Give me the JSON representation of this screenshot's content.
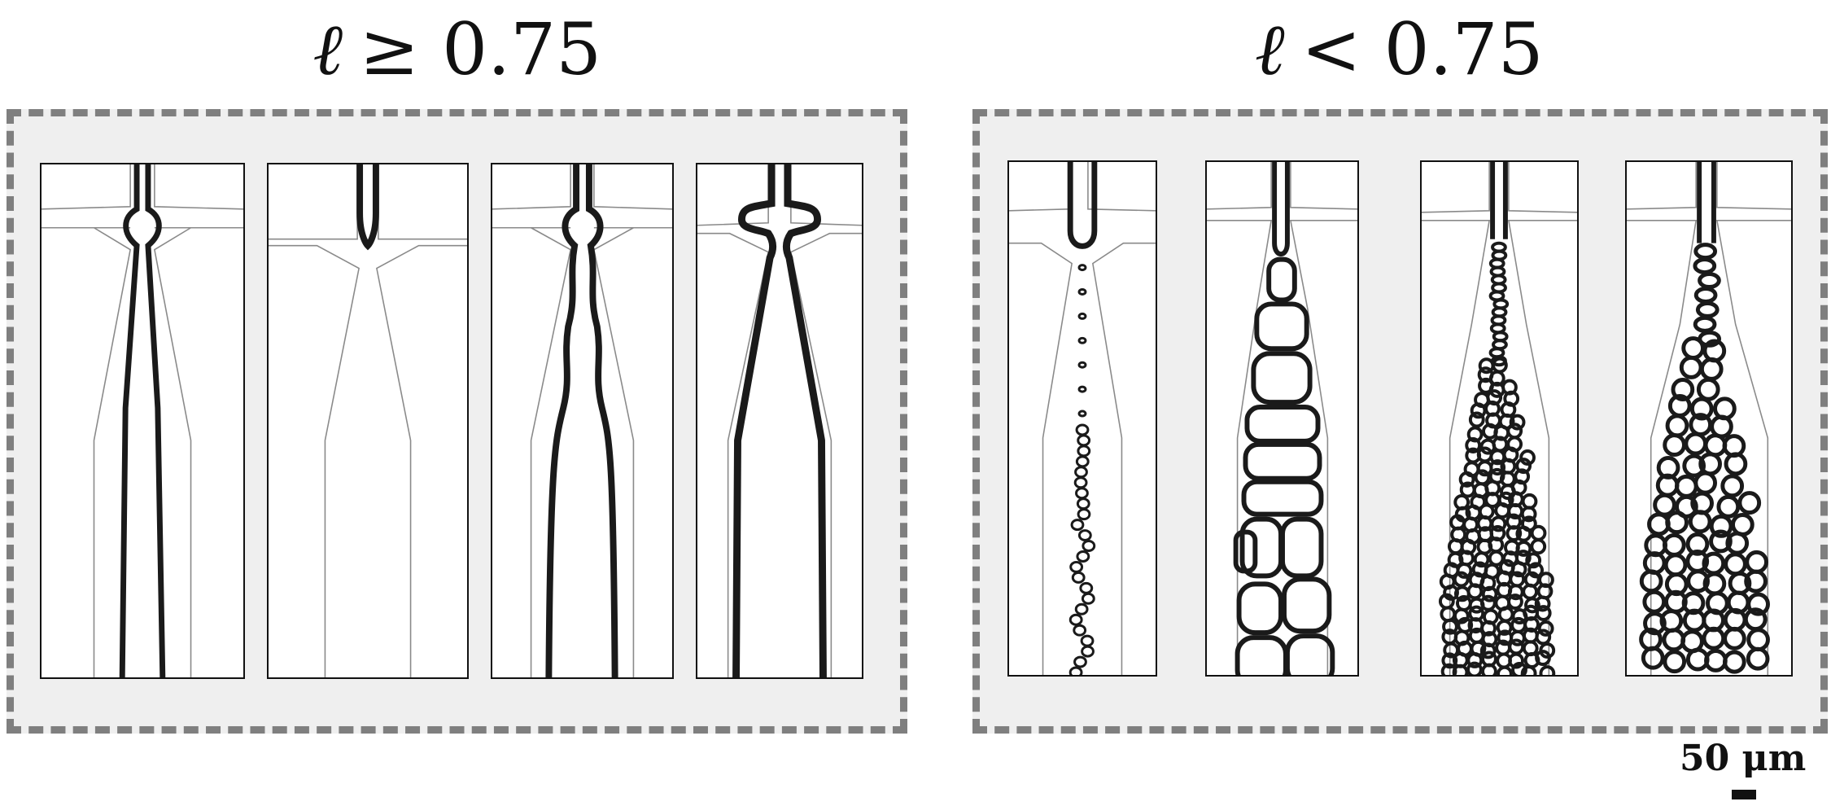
{
  "headings": {
    "left": {
      "symbol": "ℓ",
      "relation": "≥ 0.75"
    },
    "right": {
      "symbol": "ℓ",
      "relation": "< 0.75"
    }
  },
  "scale_bar": {
    "label": "50 μm"
  },
  "panels": {
    "left": {
      "frames": [
        "stable-jet",
        "retracted-thread",
        "wavy-jet",
        "wide-jet"
      ]
    },
    "right": {
      "frames": [
        "dripping-small-drops",
        "large-polydisperse-bubbles",
        "dense-small-bubbles",
        "packed-medium-bubbles"
      ]
    }
  },
  "colors": {
    "border": "#7f7f7f",
    "panel_background": "#efefef",
    "fluid": "#1a1a1a",
    "channel_wall": "#8a8a8a"
  }
}
